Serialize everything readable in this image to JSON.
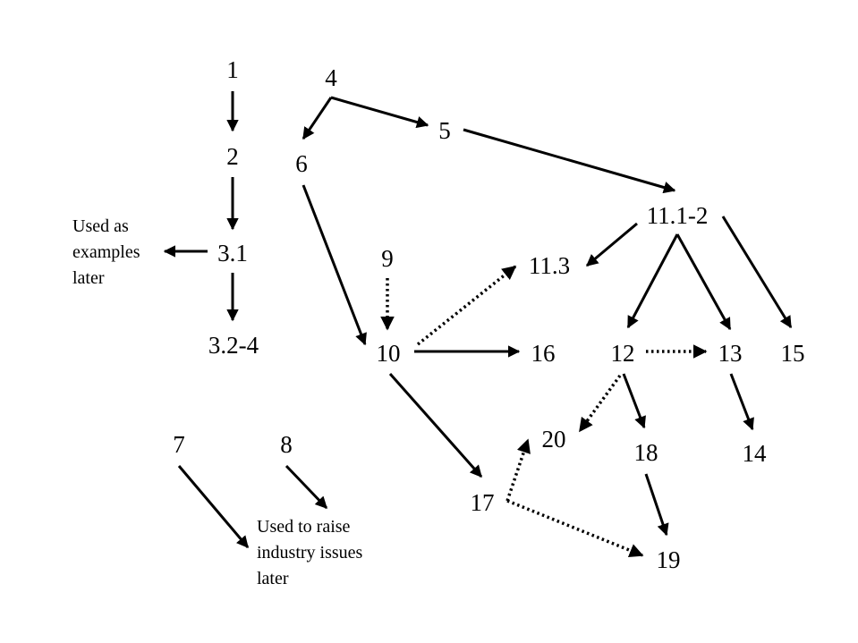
{
  "diagram": {
    "nodes": [
      {
        "id": "n1",
        "label": "1"
      },
      {
        "id": "n2",
        "label": "2"
      },
      {
        "id": "n3_1",
        "label": "3.1"
      },
      {
        "id": "n3_2_4",
        "label": "3.2-4"
      },
      {
        "id": "n4",
        "label": "4"
      },
      {
        "id": "n5",
        "label": "5"
      },
      {
        "id": "n6",
        "label": "6"
      },
      {
        "id": "n7",
        "label": "7"
      },
      {
        "id": "n8",
        "label": "8"
      },
      {
        "id": "n9",
        "label": "9"
      },
      {
        "id": "n10",
        "label": "10"
      },
      {
        "id": "n11_1_2",
        "label": "11.1-2"
      },
      {
        "id": "n11_3",
        "label": "11.3"
      },
      {
        "id": "n12",
        "label": "12"
      },
      {
        "id": "n13",
        "label": "13"
      },
      {
        "id": "n14",
        "label": "14"
      },
      {
        "id": "n15",
        "label": "15"
      },
      {
        "id": "n16",
        "label": "16"
      },
      {
        "id": "n17",
        "label": "17"
      },
      {
        "id": "n18",
        "label": "18"
      },
      {
        "id": "n19",
        "label": "19"
      },
      {
        "id": "n20",
        "label": "20"
      }
    ],
    "notes": {
      "examples": [
        "Used as",
        "examples",
        "later"
      ],
      "industry": [
        "Used to raise",
        "industry issues",
        "later"
      ]
    },
    "edges": [
      {
        "from": "1",
        "to": "2",
        "style": "solid"
      },
      {
        "from": "2",
        "to": "3.1",
        "style": "solid"
      },
      {
        "from": "3.1",
        "to": "Used as examples later",
        "style": "solid"
      },
      {
        "from": "3.1",
        "to": "3.2-4",
        "style": "solid"
      },
      {
        "from": "4",
        "to": "6",
        "style": "solid"
      },
      {
        "from": "4",
        "to": "5",
        "style": "solid"
      },
      {
        "from": "5",
        "to": "11.1-2",
        "style": "solid"
      },
      {
        "from": "6",
        "to": "10",
        "style": "solid"
      },
      {
        "from": "9",
        "to": "10",
        "style": "dotted"
      },
      {
        "from": "10",
        "to": "11.3",
        "style": "dotted"
      },
      {
        "from": "10",
        "to": "16",
        "style": "solid"
      },
      {
        "from": "10",
        "to": "17",
        "style": "solid"
      },
      {
        "from": "11.1-2",
        "to": "11.3",
        "style": "solid"
      },
      {
        "from": "11.1-2",
        "to": "12",
        "style": "solid"
      },
      {
        "from": "11.1-2",
        "to": "13",
        "style": "solid"
      },
      {
        "from": "11.1-2",
        "to": "15",
        "style": "solid"
      },
      {
        "from": "12",
        "to": "13",
        "style": "dotted"
      },
      {
        "from": "12",
        "to": "20",
        "style": "dotted"
      },
      {
        "from": "12",
        "to": "18",
        "style": "solid"
      },
      {
        "from": "13",
        "to": "14",
        "style": "solid"
      },
      {
        "from": "18",
        "to": "19",
        "style": "solid"
      },
      {
        "from": "17",
        "to": "20",
        "style": "dotted"
      },
      {
        "from": "17",
        "to": "19",
        "style": "dotted"
      },
      {
        "from": "7",
        "to": "Used to raise industry issues later",
        "style": "solid"
      },
      {
        "from": "8",
        "to": "Used to raise industry issues later",
        "style": "solid"
      }
    ]
  }
}
